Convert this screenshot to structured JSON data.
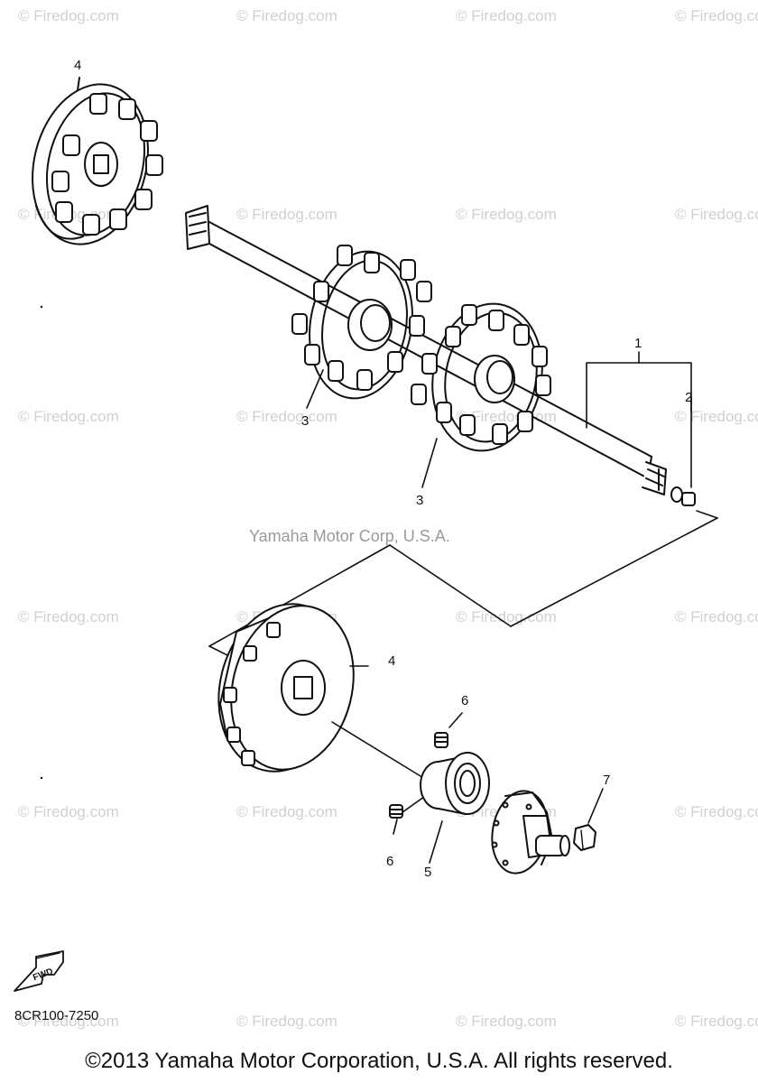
{
  "watermark": "© Firedog.com",
  "manufacturer_label": "Yamaha Motor Corp, U.S.A.",
  "diagram_code": "8CR100-7250",
  "copyright": "©2013 Yamaha Motor Corporation, U.S.A. All rights reserved.",
  "fwd_label": "FWD",
  "callouts": {
    "c1": "1",
    "c2": "2",
    "c3a": "3",
    "c3b": "3",
    "c4a": "4",
    "c4b": "4",
    "c5": "5",
    "c6a": "6",
    "c6b": "6",
    "c7": "7"
  },
  "colors": {
    "line": "#111111",
    "watermark": "#d0d0d0",
    "manufacturer": "#9a9a9a"
  }
}
